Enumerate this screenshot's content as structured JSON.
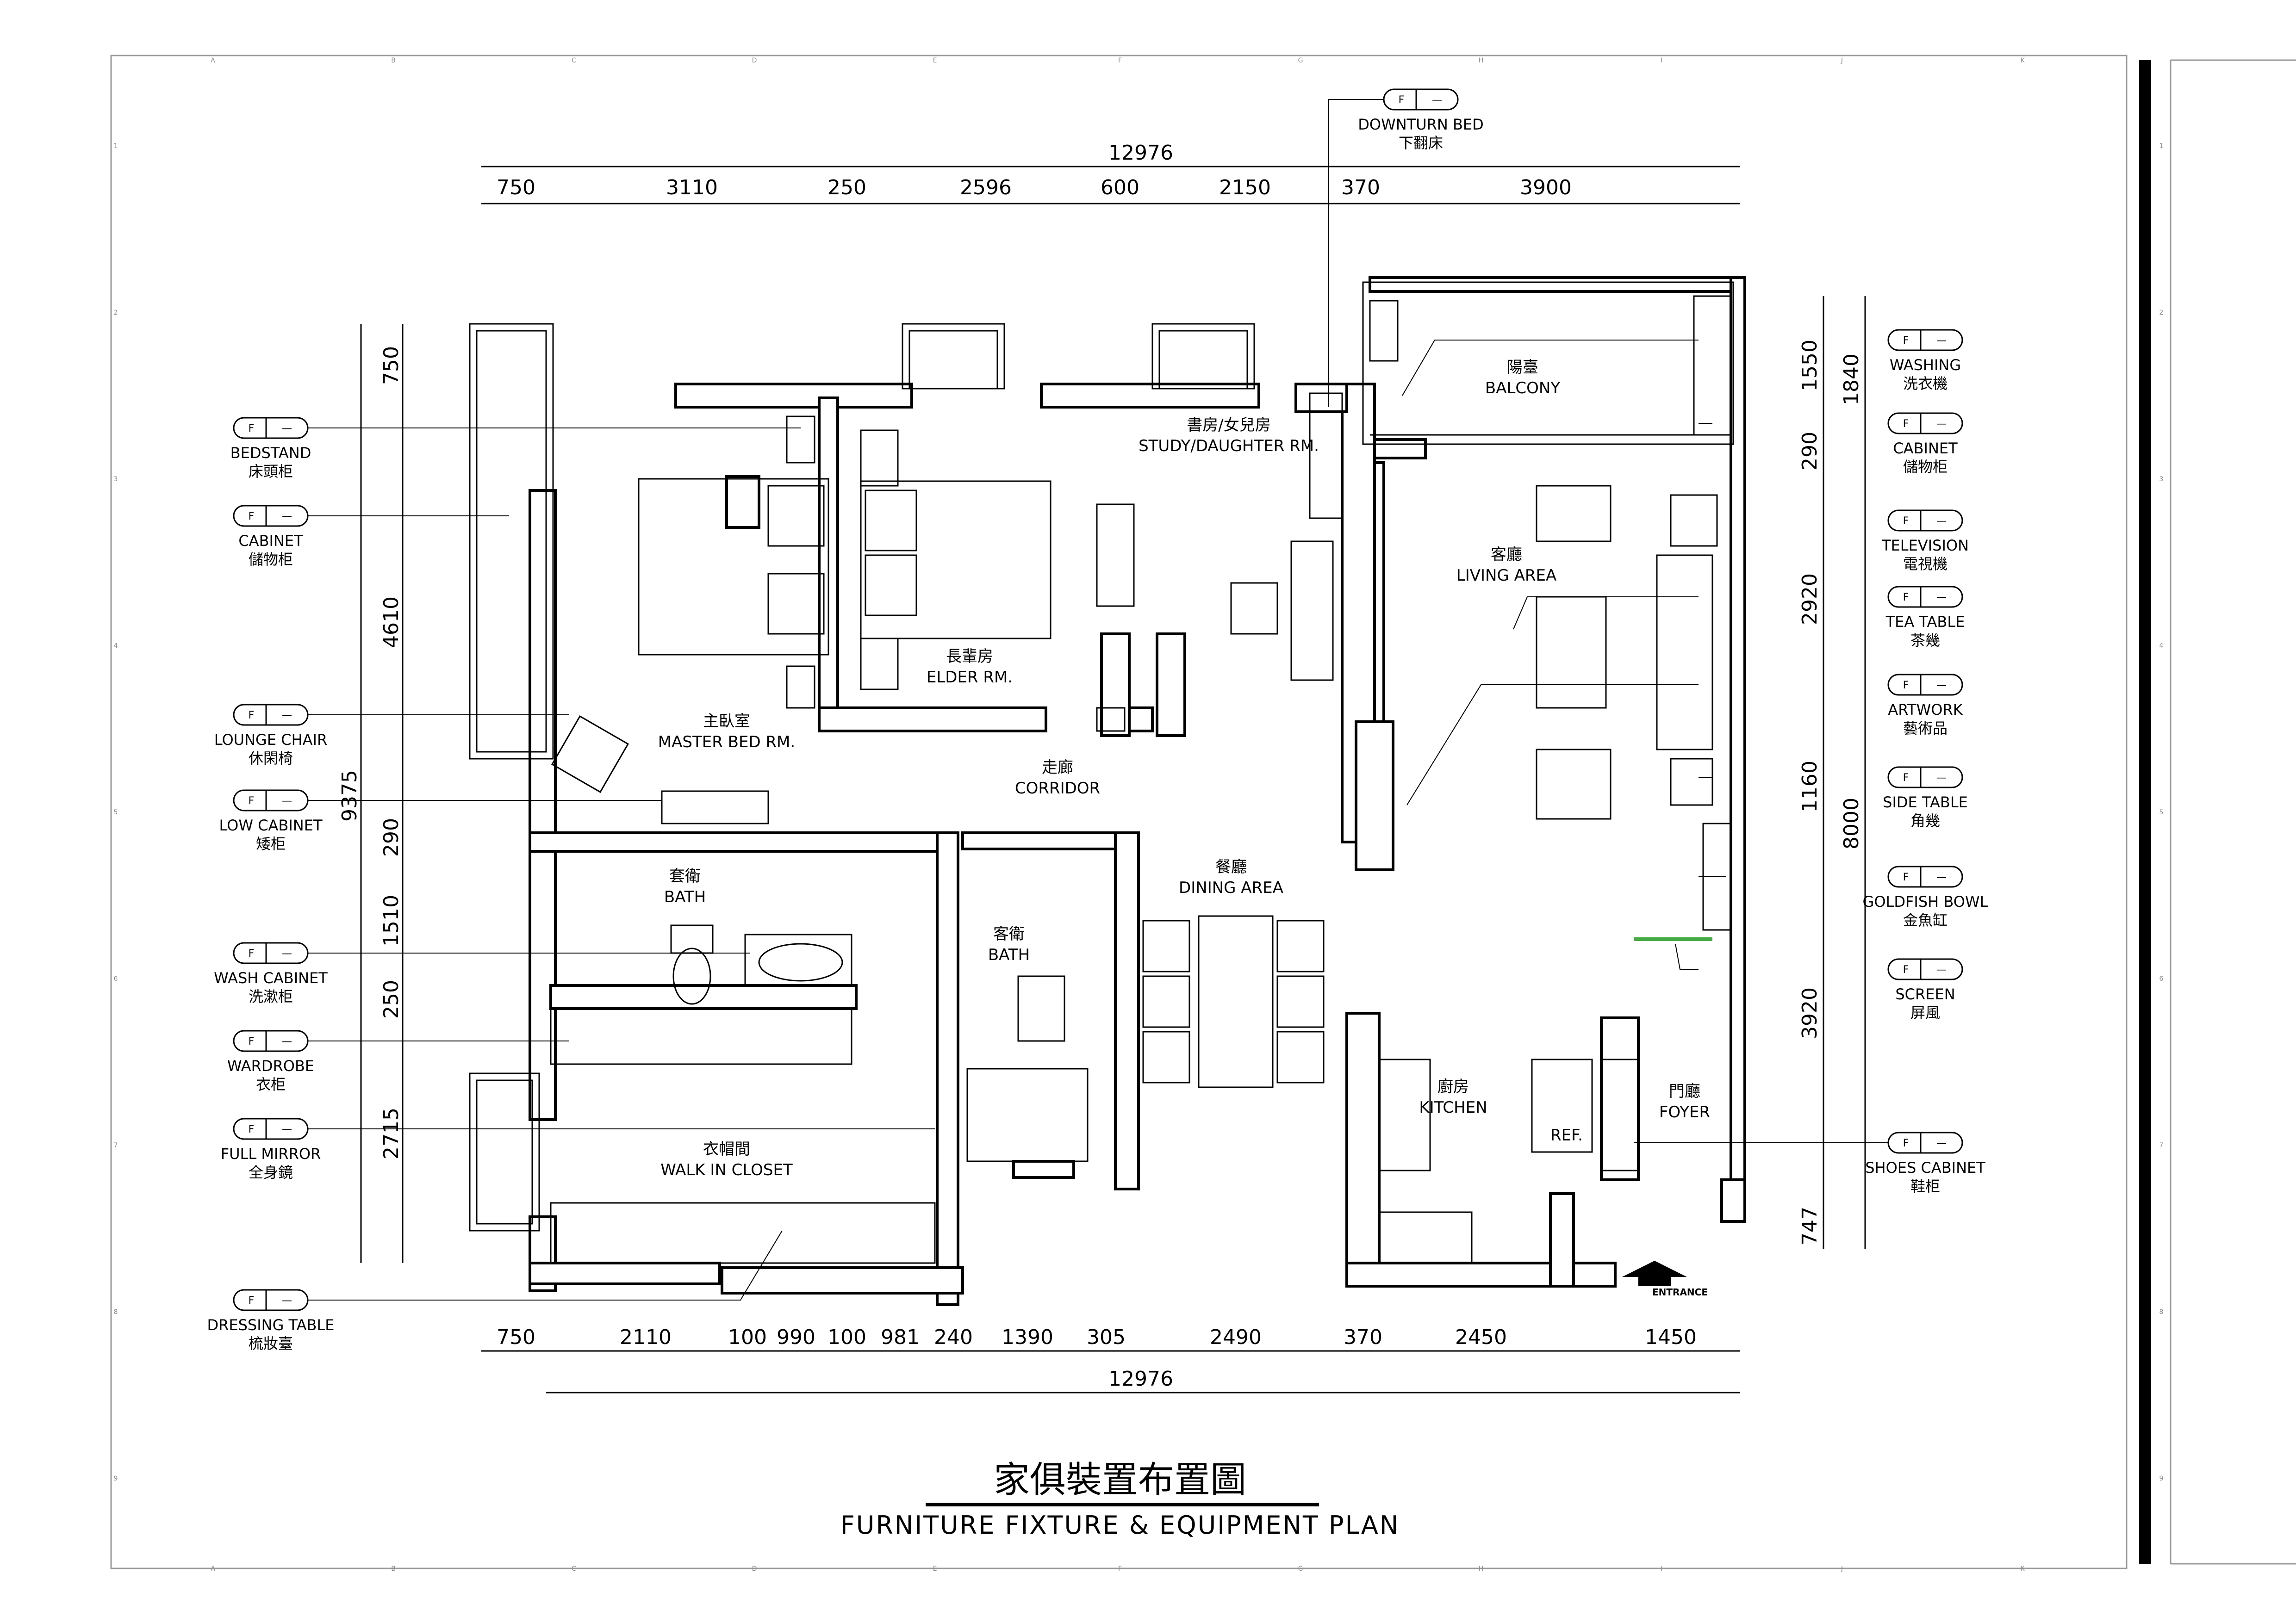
{
  "grid": {
    "columns": [
      "A",
      "B",
      "C",
      "D",
      "E",
      "F",
      "G",
      "H",
      "I",
      "J",
      "K"
    ],
    "rows": [
      "1",
      "2",
      "3",
      "4",
      "5",
      "6",
      "7",
      "8",
      "9"
    ]
  },
  "dims": {
    "top_total": "12976",
    "top": [
      "750",
      "3110",
      "250",
      "2596",
      "600",
      "2150",
      "370",
      "3900"
    ],
    "bottom": [
      "750",
      "2110",
      "100",
      "990",
      "100",
      "981",
      "240",
      "1390",
      "305",
      "2490",
      "370",
      "2450",
      "1450"
    ],
    "bottom_total": "12976",
    "left": [
      "750",
      "4610",
      "290",
      "1510",
      "250",
      "2715"
    ],
    "left_total": "9375",
    "right": [
      "1550",
      "290",
      "2920",
      "1160",
      "3920",
      "747"
    ],
    "right_outer": [
      "1840",
      "8000"
    ]
  },
  "tag": {
    "f": "F",
    "dash": "—"
  },
  "tags_left": [
    {
      "en": "BEDSTAND",
      "cn": "床頭柜"
    },
    {
      "en": "CABINET",
      "cn": "儲物柜"
    },
    {
      "en": "LOUNGE CHAIR",
      "cn": "休閑椅"
    },
    {
      "en": "LOW CABINET",
      "cn": "矮柜"
    },
    {
      "en": "WASH CABINET",
      "cn": "洗漱柜"
    },
    {
      "en": "WARDROBE",
      "cn": "衣柜"
    },
    {
      "en": "FULL MIRROR",
      "cn": "全身鏡"
    },
    {
      "en": "DRESSING TABLE",
      "cn": "梳妝臺"
    }
  ],
  "tags_right": [
    {
      "en": "WASHING",
      "cn": "洗衣機"
    },
    {
      "en": "CABINET",
      "cn": "儲物柜"
    },
    {
      "en": "TELEVISION",
      "cn": "電視機"
    },
    {
      "en": "TEA TABLE",
      "cn": "茶幾"
    },
    {
      "en": "ARTWORK",
      "cn": "藝術品"
    },
    {
      "en": "SIDE TABLE",
      "cn": "角幾"
    },
    {
      "en": "GOLDFISH BOWL",
      "cn": "金魚缸"
    },
    {
      "en": "SCREEN",
      "cn": "屏風"
    },
    {
      "en": "SHOES CABINET",
      "cn": "鞋柜"
    }
  ],
  "tag_top": {
    "en": "DOWNTURN BED",
    "cn": "下翻床"
  },
  "rooms": {
    "balcony": {
      "cn": "陽臺",
      "en": "BALCONY"
    },
    "study": {
      "cn": "書房/女兒房",
      "en": "STUDY/DAUGHTER RM."
    },
    "living": {
      "cn": "客廳",
      "en": "LIVING AREA"
    },
    "elder": {
      "cn": "長輩房",
      "en": "ELDER RM."
    },
    "master": {
      "cn": "主臥室",
      "en": "MASTER BED RM."
    },
    "corridor": {
      "cn": "走廊",
      "en": "CORRIDOR"
    },
    "dining": {
      "cn": "餐廳",
      "en": "DINING AREA"
    },
    "ensuite": {
      "cn": "套衛",
      "en": "BATH"
    },
    "guestbath": {
      "cn": "客衛",
      "en": "BATH"
    },
    "kitchen": {
      "cn": "廚房",
      "en": "KITCHEN"
    },
    "ref": {
      "en": "REF."
    },
    "foyer": {
      "cn": "門廳",
      "en": "FOYER"
    },
    "closet": {
      "cn": "衣帽間",
      "en": "WALK IN CLOSET"
    }
  },
  "entrance": "ENTRANCE",
  "title": {
    "cn": "家俱裝置布置圖",
    "en": "FURNITURE FIXTURE & EQUIPMENT PLAN"
  }
}
